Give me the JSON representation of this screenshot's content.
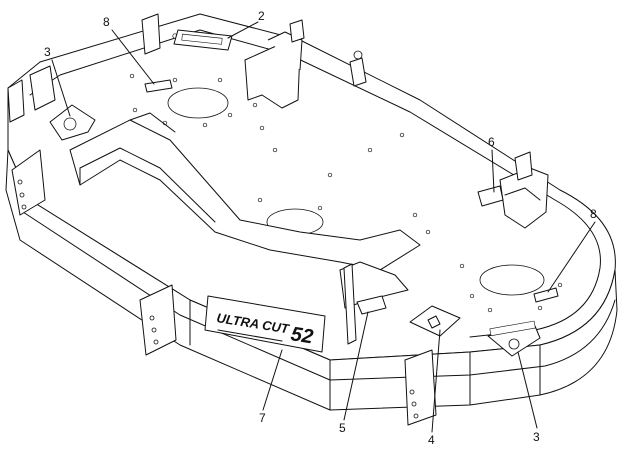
{
  "callouts": [
    {
      "id": "c2",
      "label": "2"
    },
    {
      "id": "c8a",
      "label": "8"
    },
    {
      "id": "c3a",
      "label": "3"
    },
    {
      "id": "c6",
      "label": "6"
    },
    {
      "id": "c8b",
      "label": "8"
    },
    {
      "id": "c7",
      "label": "7"
    },
    {
      "id": "c5",
      "label": "5"
    },
    {
      "id": "c4",
      "label": "4"
    },
    {
      "id": "c3b",
      "label": "3"
    }
  ],
  "decal": {
    "brand_main": "ULTRA CUT",
    "brand_number": "52"
  },
  "colors": {
    "line": "#111111",
    "background": "#ffffff"
  }
}
